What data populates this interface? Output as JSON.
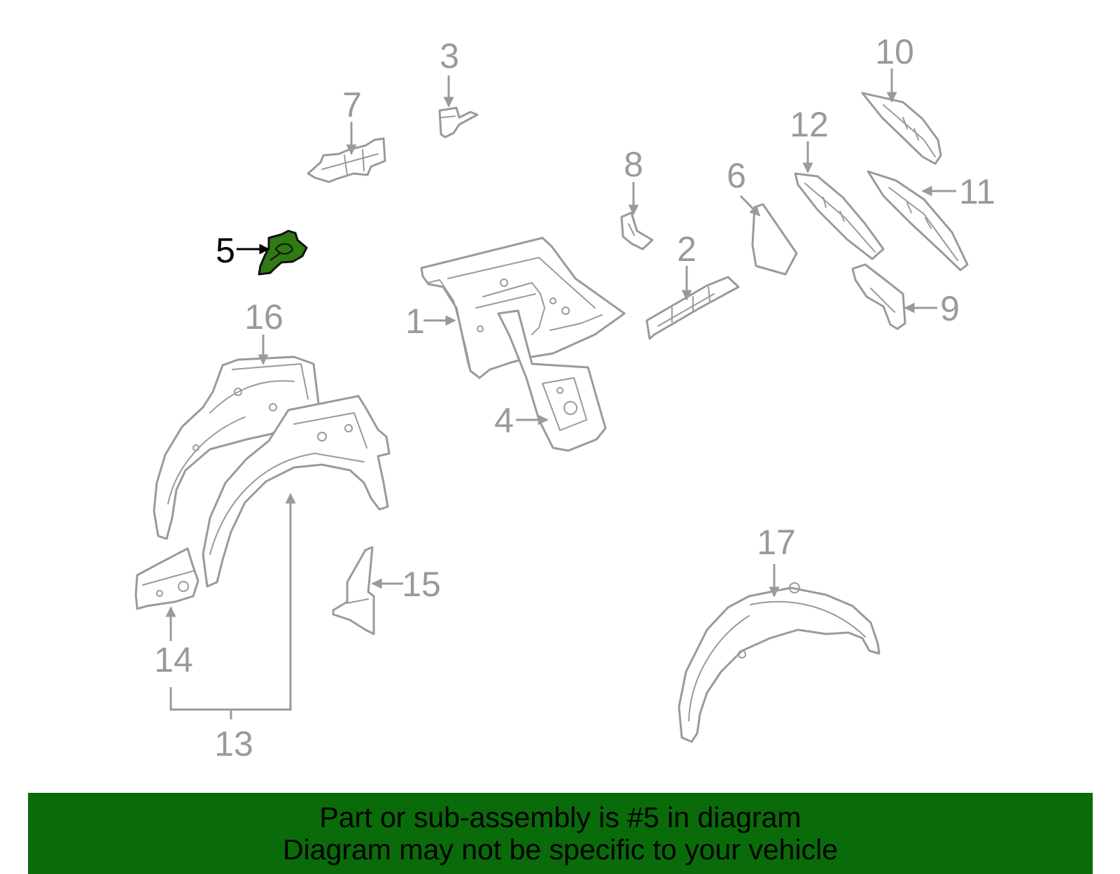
{
  "callouts": {
    "c1": "1",
    "c2": "2",
    "c3": "3",
    "c4": "4",
    "c5": "5",
    "c6": "6",
    "c7": "7",
    "c8": "8",
    "c9": "9",
    "c10": "10",
    "c11": "11",
    "c12": "12",
    "c13": "13",
    "c14": "14",
    "c15": "15",
    "c16": "16",
    "c17": "17"
  },
  "highlighted_part": "5",
  "colors": {
    "highlight_fill": "#2f7a12",
    "line_gray": "#9a9a9a",
    "banner_background": "#0a6b0a"
  },
  "banner": {
    "line1": "Part or sub-assembly is #5 in diagram",
    "line2": "Diagram may not be specific to your vehicle"
  }
}
